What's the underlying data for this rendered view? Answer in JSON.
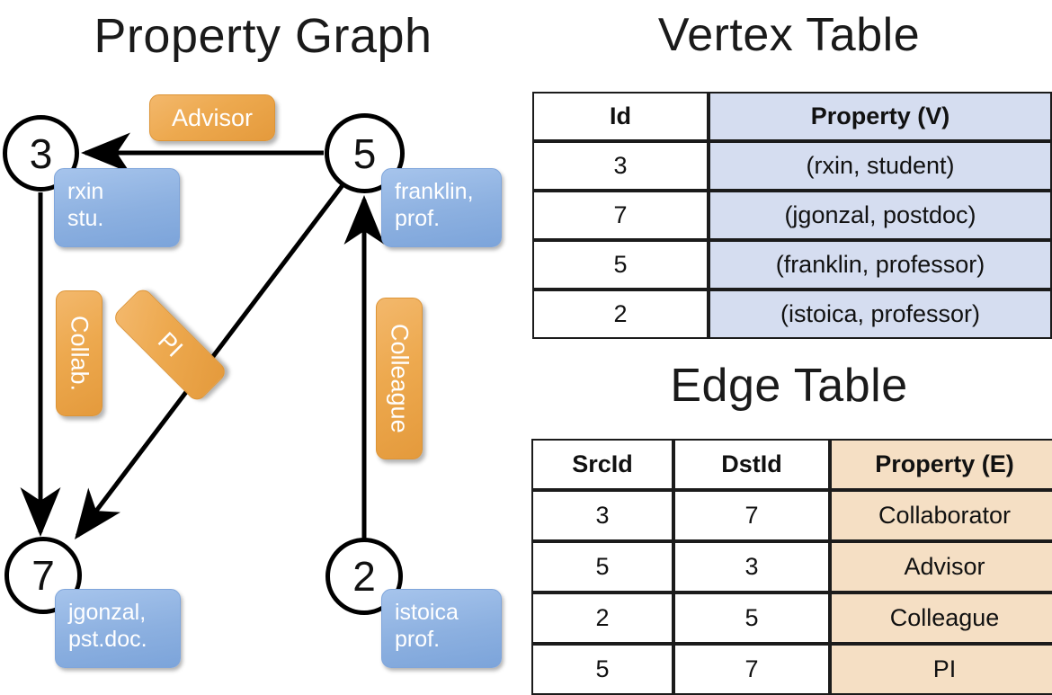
{
  "graph_panel": {
    "title": "Property Graph",
    "vertices": [
      {
        "id": "3",
        "label": "rxin\nstu."
      },
      {
        "id": "5",
        "label": "franklin,\nprof."
      },
      {
        "id": "7",
        "label": "jgonzal,\npst.doc."
      },
      {
        "id": "2",
        "label": "istoica\nprof."
      }
    ],
    "edge_labels": {
      "advisor": "Advisor",
      "collab": "Collab.",
      "pi": "PI",
      "colleague": "Colleague"
    }
  },
  "vertex_table": {
    "title": "Vertex Table",
    "headers": {
      "id": "Id",
      "property": "Property (V)"
    },
    "rows": [
      {
        "id": "3",
        "property": "(rxin, student)"
      },
      {
        "id": "7",
        "property": "(jgonzal, postdoc)"
      },
      {
        "id": "5",
        "property": "(franklin, professor)"
      },
      {
        "id": "2",
        "property": "(istoica, professor)"
      }
    ]
  },
  "edge_table": {
    "title": "Edge Table",
    "headers": {
      "src": "SrcId",
      "dst": "DstId",
      "property": "Property (E)"
    },
    "rows": [
      {
        "src": "3",
        "dst": "7",
        "property": "Collaborator"
      },
      {
        "src": "5",
        "dst": "3",
        "property": "Advisor"
      },
      {
        "src": "2",
        "dst": "5",
        "property": "Colleague"
      },
      {
        "src": "5",
        "dst": "7",
        "property": "PI"
      }
    ]
  },
  "colors": {
    "vertex_property_fill": "#8cb0e0",
    "edge_property_fill": "#eda94f",
    "vertex_table_cell": "#d5ddf0",
    "edge_table_cell": "#f5dfc4",
    "stroke": "#000000",
    "background": "#ffffff"
  }
}
